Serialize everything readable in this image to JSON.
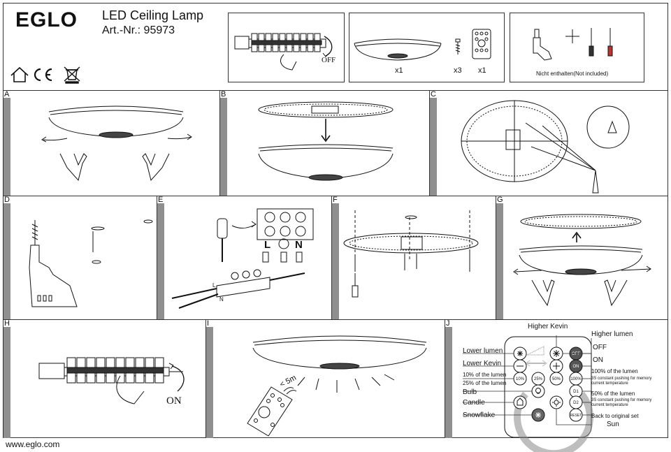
{
  "header": {
    "brand": "EGLO",
    "product_name": "LED Ceiling Lamp",
    "article_number": "Art.-Nr.: 95973"
  },
  "power_box": {
    "off_label": "OFF"
  },
  "contents_box": {
    "lamp_qty": "x1",
    "screw_qty": "x3",
    "remote_qty": "x1"
  },
  "tools_box": {
    "note": "Nicht enthalten(Not included)"
  },
  "panels": {
    "a": "A",
    "b": "B",
    "c": "C",
    "d": "D",
    "e": "E",
    "f": "F",
    "g": "G",
    "h": "H",
    "i": "I",
    "j": "J"
  },
  "panel_e": {
    "l": "L",
    "n": "N",
    "wire_l": "L",
    "wire_n": "N"
  },
  "panel_h": {
    "on_label": "ON"
  },
  "panel_i": {
    "distance": "< 5m"
  },
  "remote_legend": {
    "higher_kevin": "Higher Kevin",
    "higher_lumen": "Higher lumen",
    "off": "OFF",
    "on": "ON",
    "pct100": "100% of the lumen",
    "mem1": "3S constant pushing for memory current temperature",
    "pct50": "50% of the lumen",
    "mem2": "3S constant pushing for memory current temperature",
    "reset": "Back to original set",
    "sun": "Sun",
    "lower_lumen": "Lower lumen",
    "lower_kevin": "Lower Kevin",
    "pct10": "10% of the lumen",
    "pct25": "25% of the lumen",
    "bulb": "Bulb",
    "candle": "Candle",
    "snowflake": "Snowflake"
  },
  "remote_buttons": {
    "off": "OFF",
    "on": "ON",
    "b10": "10%",
    "b25": "25%",
    "b50": "50%",
    "b100": "100%",
    "d1": "D1",
    "d2": "D2",
    "reset": "RESET"
  },
  "footer": {
    "url": "www.eglo.com"
  }
}
